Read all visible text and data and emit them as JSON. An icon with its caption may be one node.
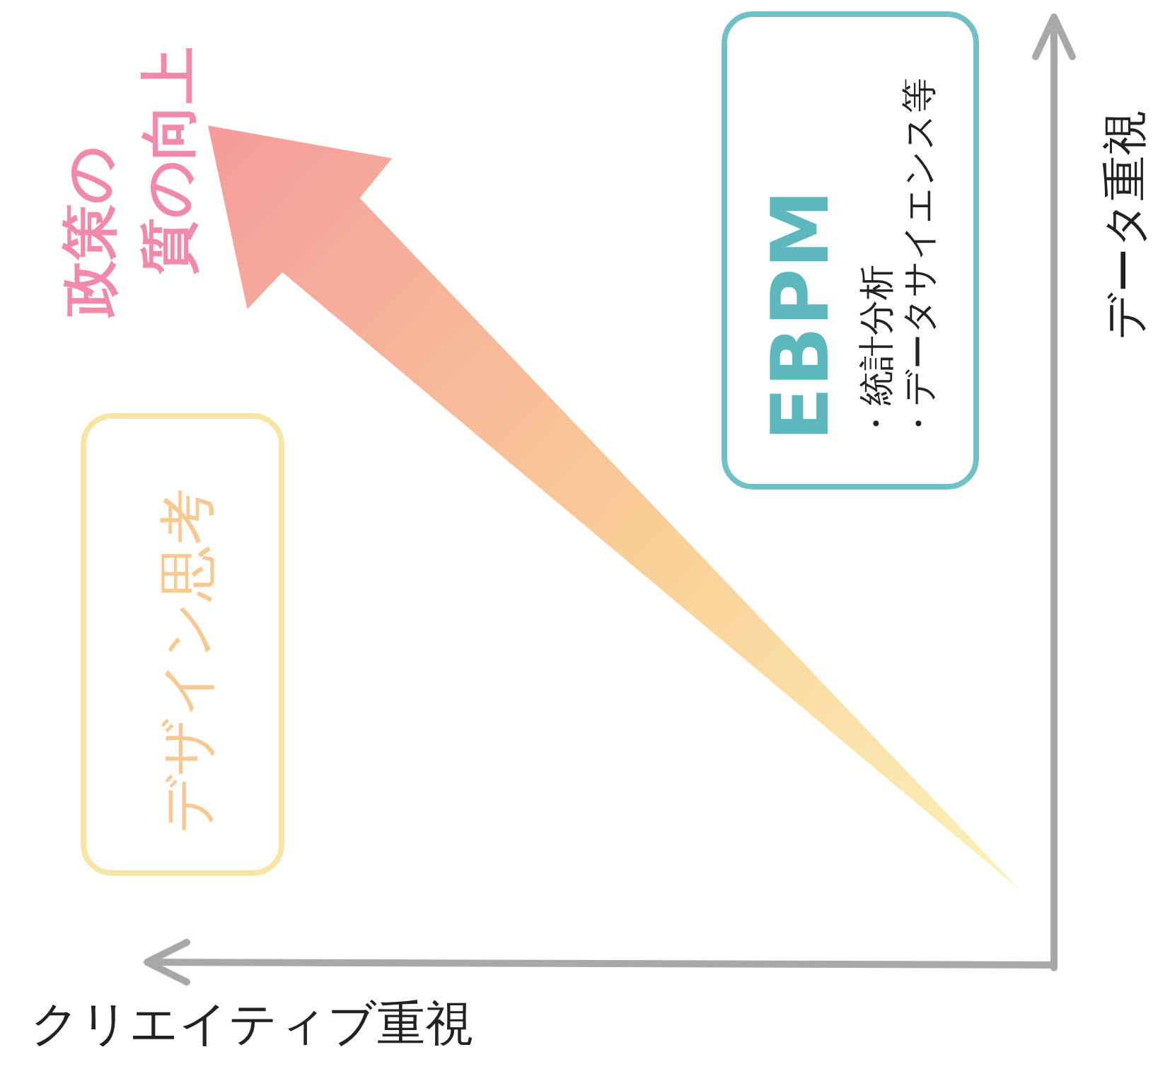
{
  "diagram": {
    "nodes": [
      {
        "text": [
          "EBPM",
          "・統計分析",
          "・データサイエンス等"
        ]
      },
      {
        "text": [
          "デザイン思考"
        ]
      },
      {
        "text": [
          "政策の",
          "質の向上"
        ]
      }
    ],
    "edges": [
      {
        "from": null,
        "to": 2,
        "arrow": "to"
      }
    ],
    "labels": [
      "データ重視",
      "クリエイティブ重視"
    ]
  }
}
